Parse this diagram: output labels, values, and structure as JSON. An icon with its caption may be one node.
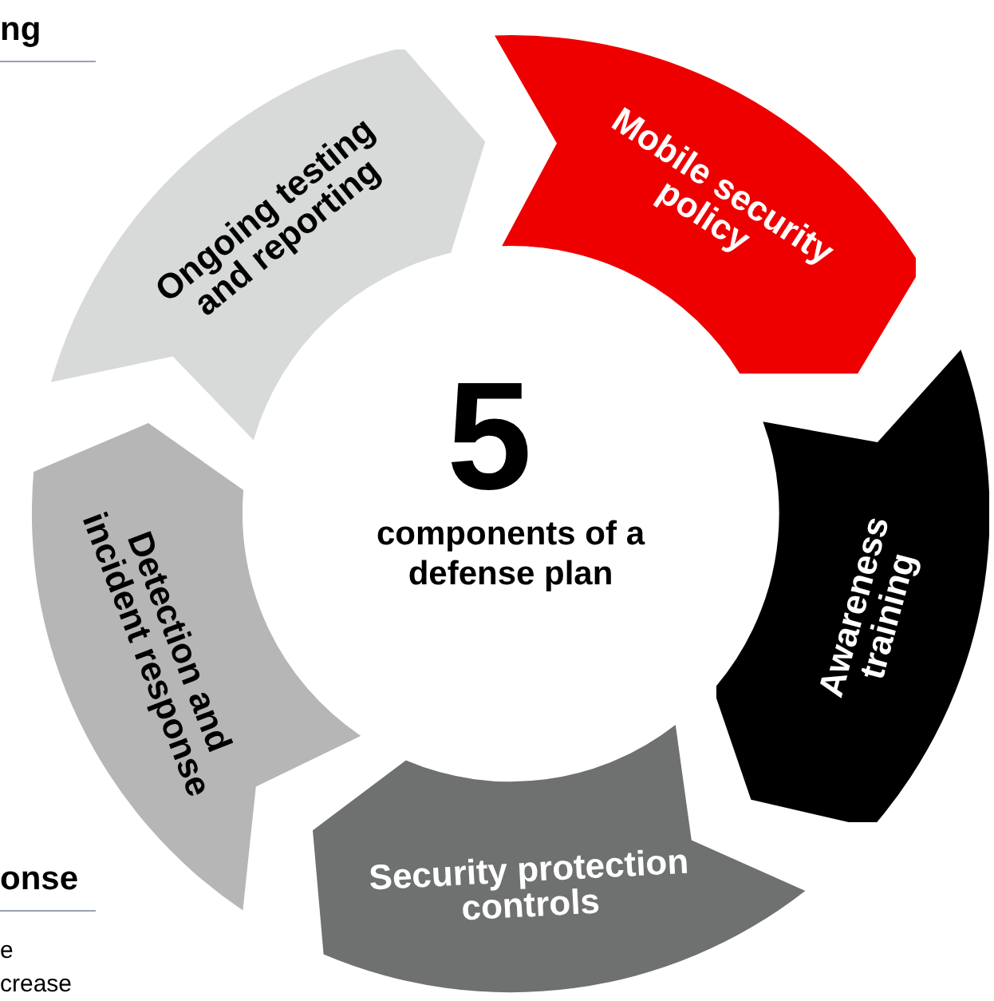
{
  "diagram": {
    "nodes": [
      {
        "text": [
          "Mobile security policy"
        ]
      },
      {
        "text": [
          "Awareness training"
        ]
      },
      {
        "text": [
          "Security protection controls"
        ]
      },
      {
        "text": [
          "Detection and incident response"
        ]
      },
      {
        "text": [
          "Ongoing testing and reporting"
        ]
      }
    ],
    "labels": [
      "5",
      "components of a defense plan",
      "ng",
      "onse",
      "e",
      "crease"
    ]
  }
}
